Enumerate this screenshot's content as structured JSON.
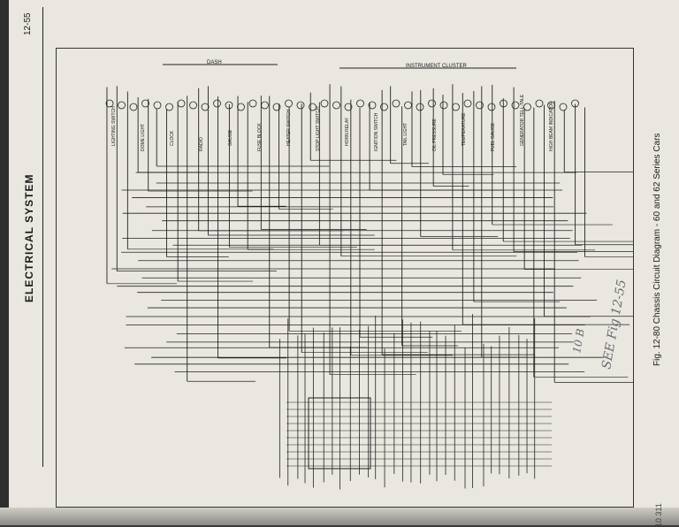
{
  "header": {
    "section_title": "ELECTRICAL SYSTEM",
    "page_number": "12-55"
  },
  "figure": {
    "caption": "Fig. 12-80  Chassis Circuit Diagram - 60 and 62 Series Cars"
  },
  "diagram": {
    "group_labels": [
      "DASH",
      "INSTRUMENT CLUSTER"
    ],
    "components": [
      "LIGHTING SWITCH",
      "DOME LIGHT",
      "CLOCK",
      "RADIO",
      "GAUGE",
      "FUSE BLOCK",
      "HEATER SWITCH",
      "STOP LIGHT SWITCH",
      "HORN RELAY",
      "IGNITION SWITCH",
      "TAIL LIGHT",
      "OIL PRESSURE",
      "TEMPERATURE",
      "FUEL GAUGE",
      "GENERATOR TELL-TALE",
      "HIGH BEAM INDICATOR"
    ]
  },
  "handwritten_notes": [
    "SEE Fig 12-55",
    "10 B"
  ],
  "footer": {
    "page_ref": "10 311"
  }
}
